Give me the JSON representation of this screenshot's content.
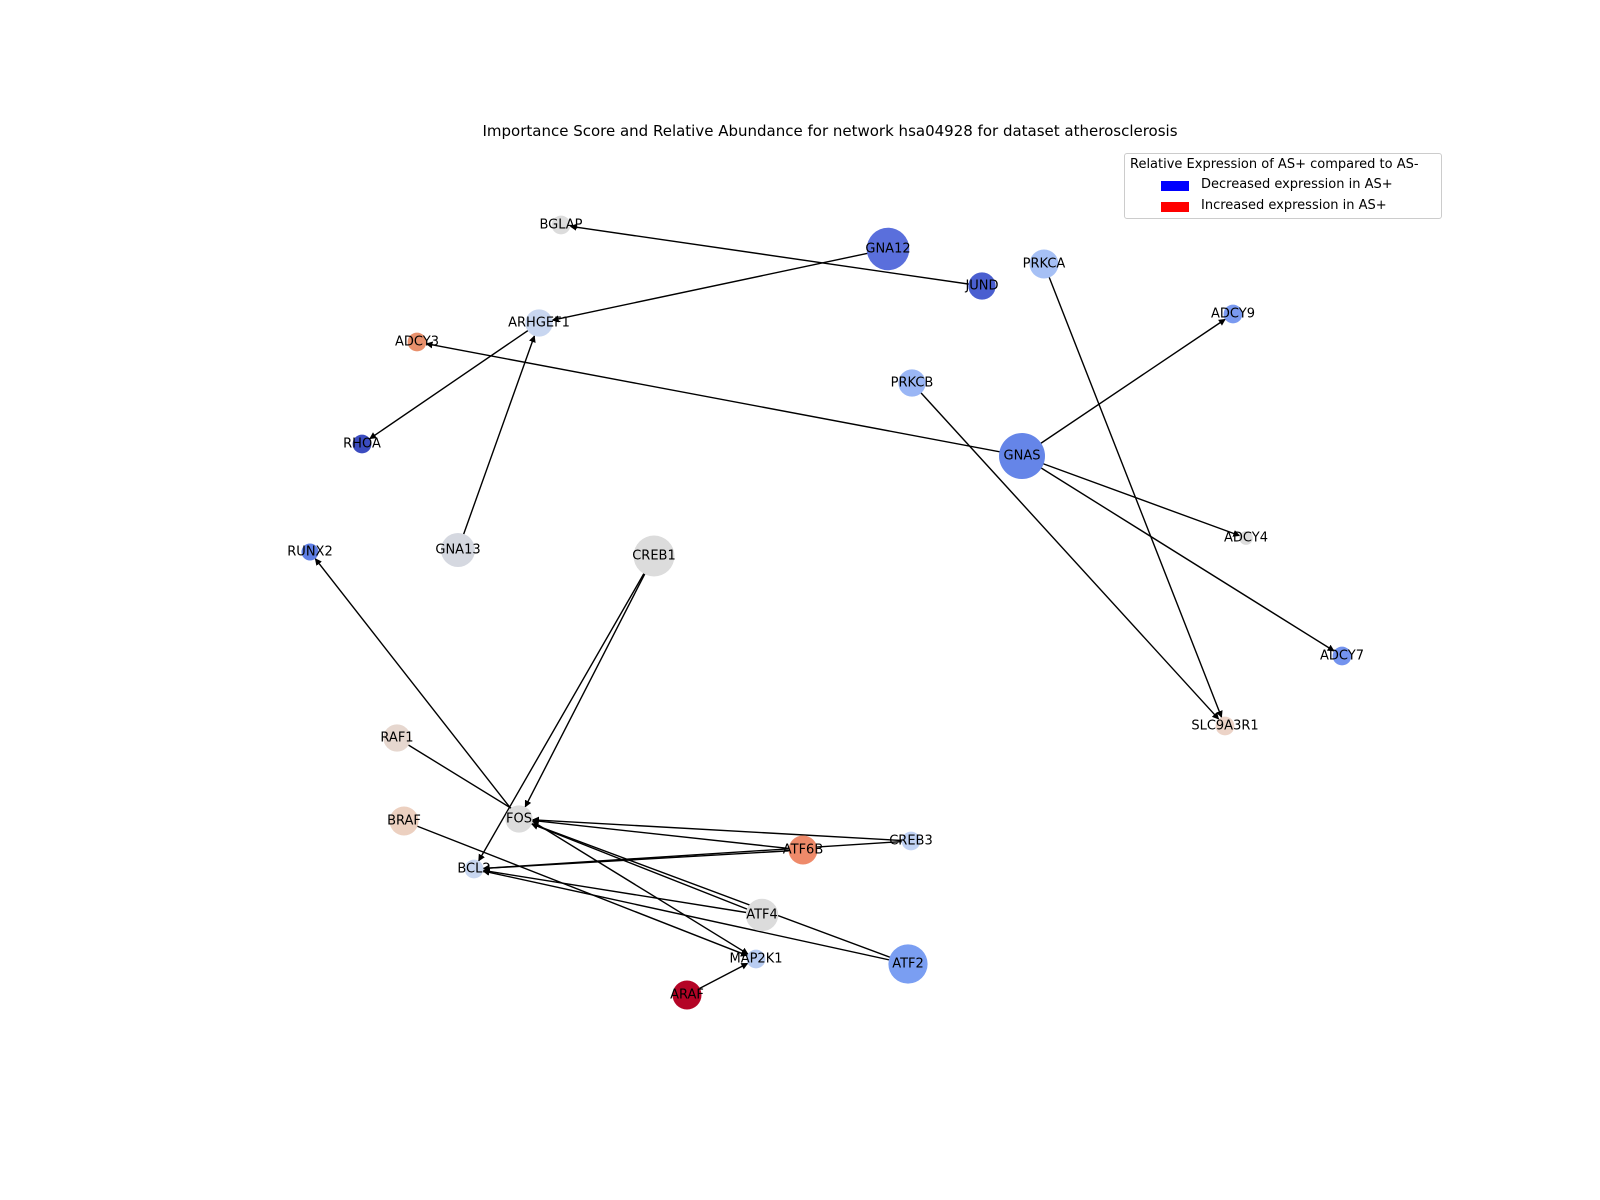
{
  "title": "Importance Score and Relative Abundance for network hsa04928 for dataset atherosclerosis",
  "legend": {
    "title": "Relative Expression of AS+ compared to AS-",
    "entries": [
      {
        "label": "Decreased expression in AS+",
        "color": "#0000ff"
      },
      {
        "label": "Increased expression in AS+",
        "color": "#ff0000"
      }
    ]
  },
  "nodes": [
    {
      "id": "BGLAP",
      "color": "#dcdcdc",
      "importance": 0.2
    },
    {
      "id": "GNA12",
      "color": "#5a6fdc",
      "importance": 0.9
    },
    {
      "id": "JUND",
      "color": "#4a5fd0",
      "importance": 0.45
    },
    {
      "id": "PRKCA",
      "color": "#a6c0f5",
      "importance": 0.5
    },
    {
      "id": "ADCY9",
      "color": "#7a9af0",
      "importance": 0.2
    },
    {
      "id": "ARHGEF1",
      "color": "#c8d6f0",
      "importance": 0.45
    },
    {
      "id": "ADCY3",
      "color": "#e8906c",
      "importance": 0.2
    },
    {
      "id": "PRKCB",
      "color": "#9ab6f5",
      "importance": 0.45
    },
    {
      "id": "RHOA",
      "color": "#3b4cc0",
      "importance": 0.2
    },
    {
      "id": "GNAS",
      "color": "#6585e8",
      "importance": 1.0
    },
    {
      "id": "ADCY4",
      "color": "#dcdcdc",
      "importance": 0.05
    },
    {
      "id": "RUNX2",
      "color": "#5f7fe6",
      "importance": 0.15
    },
    {
      "id": "GNA13",
      "color": "#d5d8e0",
      "importance": 0.65
    },
    {
      "id": "CREB1",
      "color": "#dcdcdc",
      "importance": 0.85
    },
    {
      "id": "ADCY7",
      "color": "#7393ee",
      "importance": 0.2
    },
    {
      "id": "SLC9A3R1",
      "color": "#ecd3c7",
      "importance": 0.2
    },
    {
      "id": "RAF1",
      "color": "#e6d7cf",
      "importance": 0.45
    },
    {
      "id": "BRAF",
      "color": "#ecd0c0",
      "importance": 0.5
    },
    {
      "id": "FOS",
      "color": "#dcdcdc",
      "importance": 0.45
    },
    {
      "id": "CREB3",
      "color": "#c0d2f5",
      "importance": 0.2
    },
    {
      "id": "ATF6B",
      "color": "#ee8a6a",
      "importance": 0.5
    },
    {
      "id": "BCL2",
      "color": "#c9d7f0",
      "importance": 0.2
    },
    {
      "id": "ATF4",
      "color": "#dcdcdc",
      "importance": 0.6
    },
    {
      "id": "ATF2",
      "color": "#7a9ef2",
      "importance": 0.8
    },
    {
      "id": "MAP2K1",
      "color": "#b8ccf2",
      "importance": 0.2
    },
    {
      "id": "ARAF",
      "color": "#b40426",
      "importance": 0.5
    }
  ],
  "edges": [
    {
      "source": "JUND",
      "target": "BGLAP"
    },
    {
      "source": "GNA12",
      "target": "ARHGEF1"
    },
    {
      "source": "ARHGEF1",
      "target": "RHOA"
    },
    {
      "source": "GNA13",
      "target": "ARHGEF1"
    },
    {
      "source": "GNAS",
      "target": "ADCY3"
    },
    {
      "source": "GNAS",
      "target": "ADCY9"
    },
    {
      "source": "GNAS",
      "target": "ADCY4"
    },
    {
      "source": "GNAS",
      "target": "ADCY7"
    },
    {
      "source": "PRKCA",
      "target": "SLC9A3R1"
    },
    {
      "source": "PRKCB",
      "target": "SLC9A3R1"
    },
    {
      "source": "CREB1",
      "target": "FOS"
    },
    {
      "source": "CREB1",
      "target": "BCL2"
    },
    {
      "source": "FOS",
      "target": "RUNX2"
    },
    {
      "source": "RAF1",
      "target": "MAP2K1"
    },
    {
      "source": "BRAF",
      "target": "MAP2K1"
    },
    {
      "source": "ARAF",
      "target": "MAP2K1"
    },
    {
      "source": "CREB3",
      "target": "FOS"
    },
    {
      "source": "CREB3",
      "target": "BCL2"
    },
    {
      "source": "ATF6B",
      "target": "FOS"
    },
    {
      "source": "ATF6B",
      "target": "BCL2"
    },
    {
      "source": "ATF4",
      "target": "FOS"
    },
    {
      "source": "ATF4",
      "target": "BCL2"
    },
    {
      "source": "ATF2",
      "target": "FOS"
    },
    {
      "source": "ATF2",
      "target": "BCL2"
    }
  ]
}
